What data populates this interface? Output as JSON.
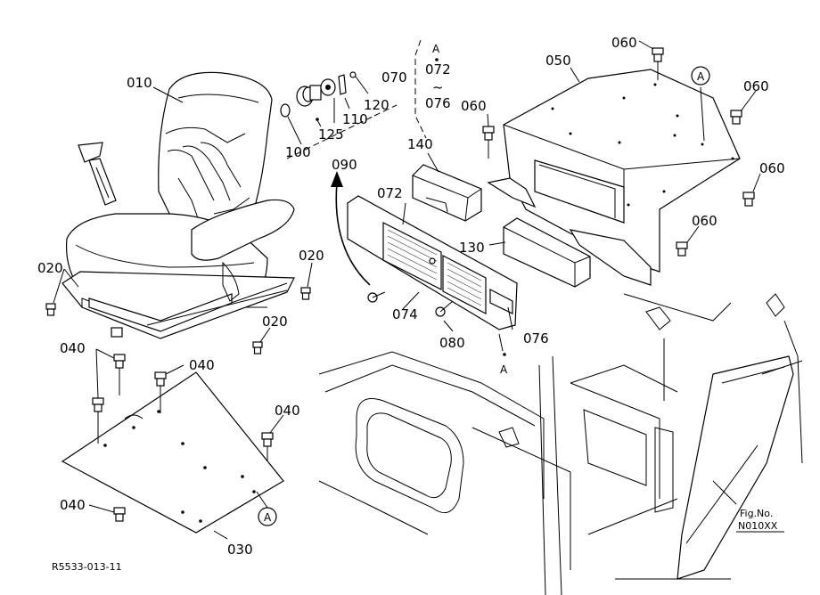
{
  "figure_id": "R5533-013-11",
  "fig_no_label": "Fig.No.",
  "fig_no_value": "N010XX",
  "callouts": {
    "p010": "010",
    "p020a": "020",
    "p020b": "020",
    "p020c": "020",
    "p030": "030",
    "p040a": "040",
    "p040b": "040",
    "p040c": "040",
    "p040d": "040",
    "p050": "050",
    "p060a": "060",
    "p060b": "060",
    "p060c": "060",
    "p060d": "060",
    "p060e": "060",
    "p070": "070",
    "p072a": "072",
    "p072b": "072",
    "p074": "074",
    "p076a": "076",
    "p076b": "076",
    "p080": "080",
    "p090": "090",
    "p100": "100",
    "p110": "110",
    "p120": "120",
    "p125": "125",
    "p130": "130",
    "p140": "140"
  },
  "ref_marks": {
    "a_top": "A",
    "a_circle_panel": "A",
    "a_circle_plate": "A",
    "a_bottom": "A",
    "tilde": "~"
  }
}
